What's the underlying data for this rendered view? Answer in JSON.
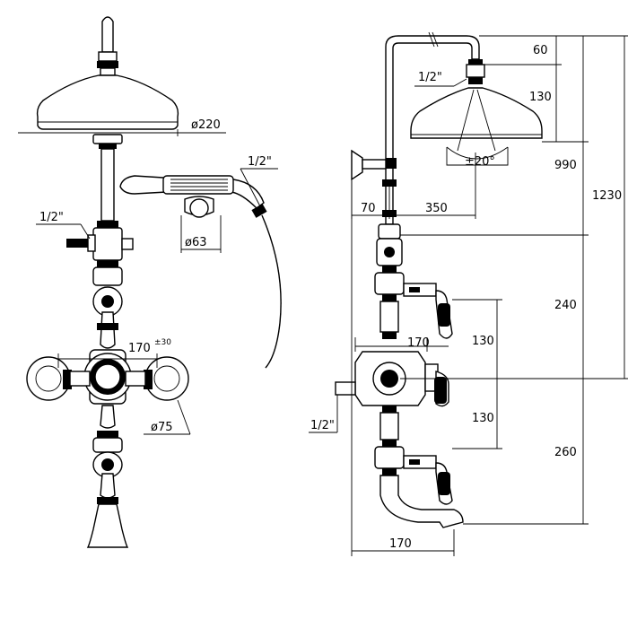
{
  "front_view": {
    "head_diameter": "ø220",
    "handshower_thread": "1/2\"",
    "handshower_holder_diameter": "ø63",
    "inlet_thread": "1/2\"",
    "valve_centres": "170",
    "valve_centres_tolerance": "±30",
    "concealed_plate_diameter": "ø75"
  },
  "side_view": {
    "head_arm_drop": "60",
    "head_thread": "1/2\"",
    "head_height": "130",
    "head_tilt": "±20°",
    "overall_to_arm": "990",
    "overall_height": "1230",
    "wall_bracket_offset": "70",
    "arm_projection": "350",
    "riser_to_valve": "240",
    "upper_handle_spacing": "130",
    "wall_projection": "170",
    "lower_handle_spacing": "130",
    "inlet_thread": "1/2\"",
    "valve_to_spout": "260",
    "spout_projection": "170"
  }
}
